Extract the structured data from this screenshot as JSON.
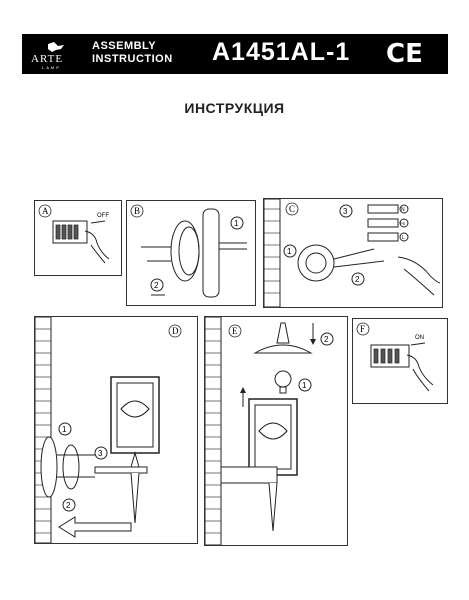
{
  "header": {
    "brand": "ARTE",
    "brand_sub": "LAMP",
    "assembly_line1": "ASSEMBLY",
    "assembly_line2": "INSTRUCTION",
    "model": "A1451AL-1",
    "ce_mark": "CE"
  },
  "title": "ИНСТРУКЦИЯ",
  "panels": {
    "a": {
      "letter": "A",
      "switch_label": "OFF"
    },
    "b": {
      "letter": "B",
      "step1": "1",
      "step2": "2"
    },
    "c": {
      "letter": "C",
      "step1": "1",
      "step2": "2",
      "step3": "3",
      "wire_n": "N",
      "wire_pe": "PE",
      "wire_l": "L"
    },
    "d": {
      "letter": "D",
      "step1": "1",
      "step2": "2",
      "step3": "3"
    },
    "e": {
      "letter": "E",
      "step1": "1",
      "step2": "2"
    },
    "f": {
      "letter": "F",
      "switch_label": "ON"
    }
  },
  "colors": {
    "header_bg": "#000000",
    "header_text": "#ffffff",
    "line": "#222222"
  }
}
